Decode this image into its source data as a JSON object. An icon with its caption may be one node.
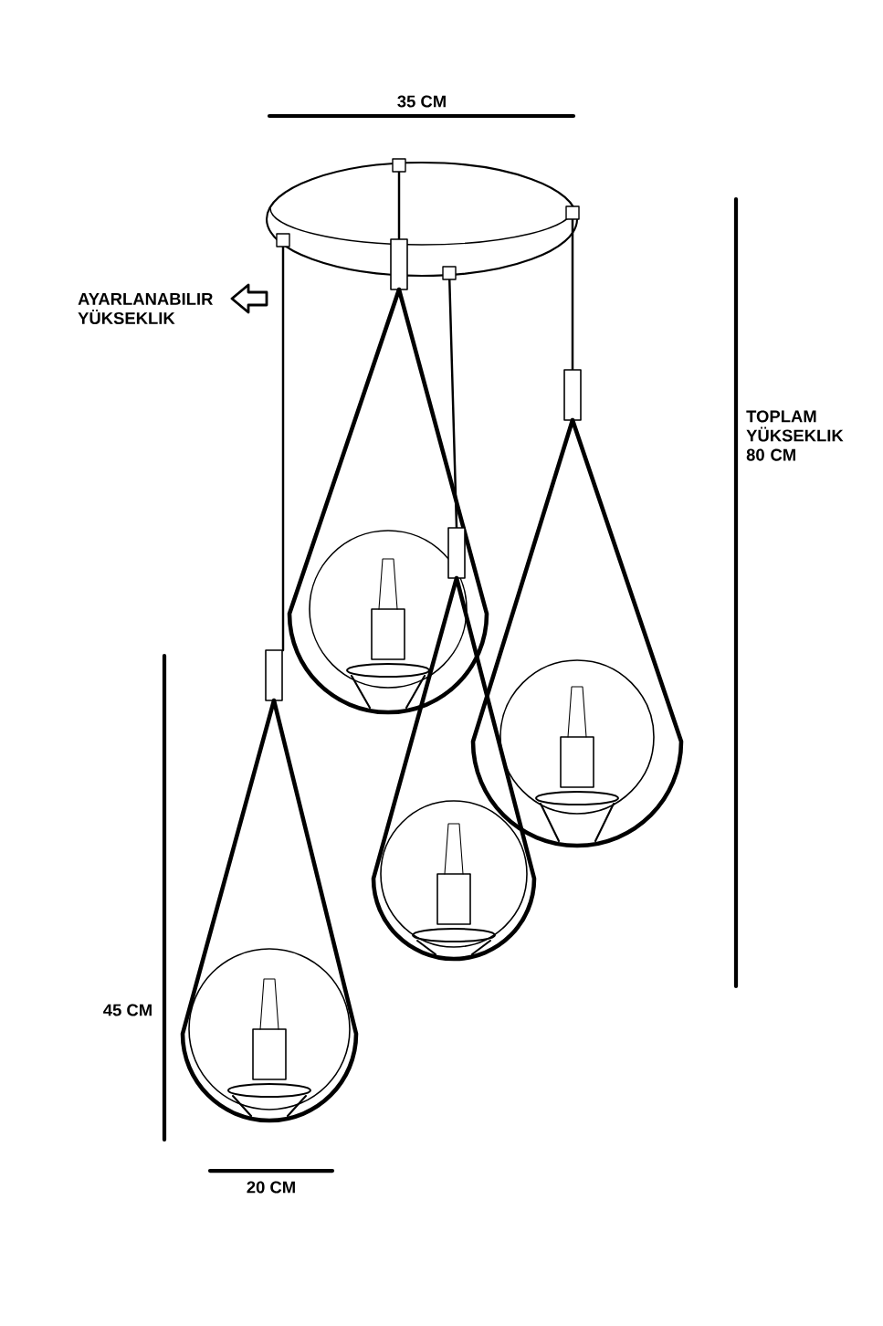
{
  "diagram": {
    "labels": [
      "35 CM",
      "AYARLANABILIR YÜKSEKLIK",
      "TOPLAM YÜKSEKLIK 80 CM",
      "45 CM",
      "20 CM"
    ]
  }
}
